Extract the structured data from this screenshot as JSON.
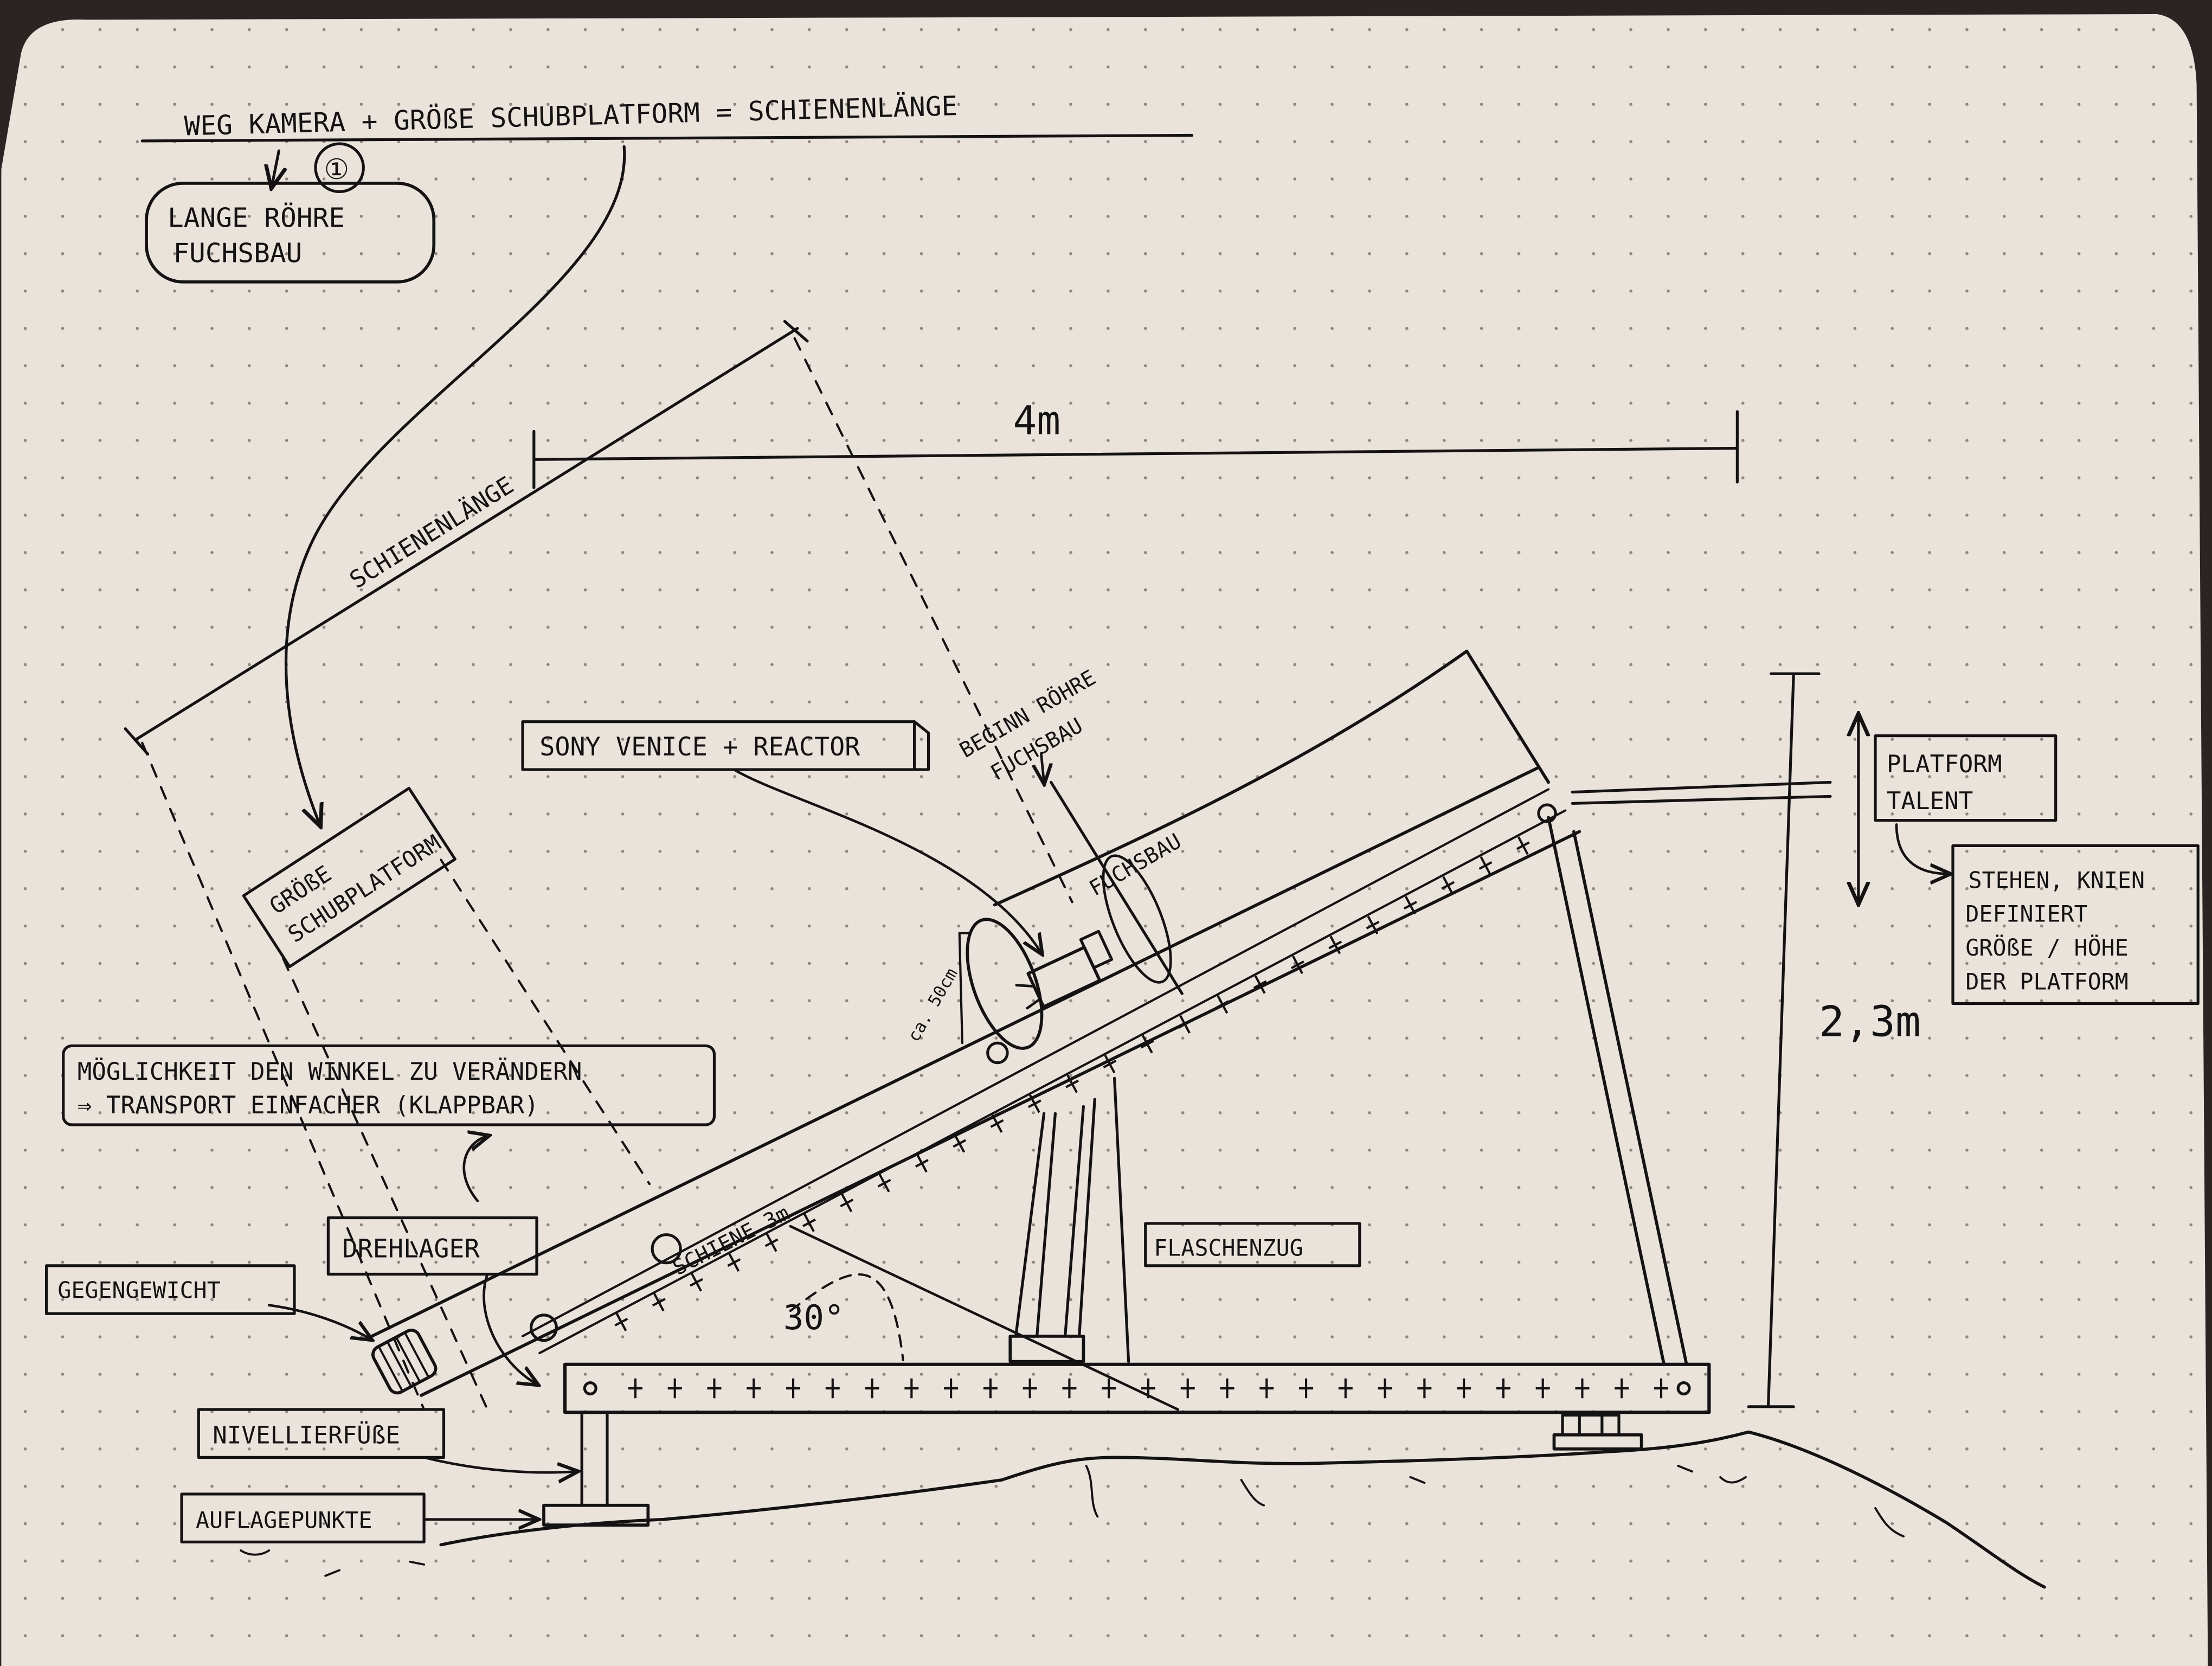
{
  "labels": {
    "formula": "WEG KAMERA + GRÖßE SCHUBPLATFORM = SCHIENENLÄNGE",
    "formula_ref": "①",
    "long_tube_line1": "LANGE RÖHRE",
    "long_tube_line2": "FUCHSBAU",
    "rail_length": "SCHIENENLÄNGE",
    "four_m": "4m",
    "platform_size_line1": "GRÖßE",
    "platform_size_line2": "SCHUBPLATFORM",
    "sony": "SONY VENICE + REACTOR",
    "begin_tube_line1": "BEGINN RÖHRE",
    "begin_tube_line2": "FUCHSBAU",
    "fuchsbau": "FUCHSBAU",
    "diameter": "ca. 50cm",
    "angle_change_line1": "MÖGLICHKEIT DEN WINKEL ZU VERÄNDERN",
    "angle_change_line2": "⇒ TRANSPORT EINFACHER (KLAPPBAR)",
    "pivot": "DREHLAGER",
    "counterweight": "GEGENGEWICHT",
    "rail_3m": "SCHIENE 3m",
    "angle": "30°",
    "pulley": "FLASCHENZUG",
    "leveling_feet": "NIVELLIERFÜßE",
    "support_points": "AUFLAGEPUNKTE",
    "platform_talent_line1": "PLATFORM",
    "platform_talent_line2": "TALENT",
    "note_line1": "STEHEN, KNIEN",
    "note_line2": "DEFINIERT",
    "note_line3": "GRÖßE / HÖHE",
    "note_line4": "DER PLATFORM",
    "height": "2,3m"
  }
}
